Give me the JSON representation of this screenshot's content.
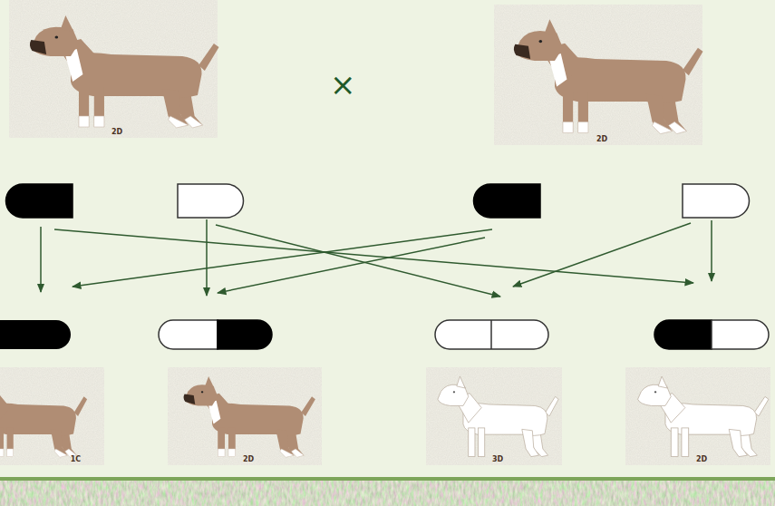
{
  "diagram": {
    "nodes": [
      {
        "text": [
          "2D"
        ]
      },
      {
        "text": [
          "2D"
        ]
      },
      {
        "text": [
          "1C"
        ]
      },
      {
        "text": [
          "2D"
        ]
      },
      {
        "text": [
          "3D"
        ]
      },
      {
        "text": [
          "2D"
        ]
      }
    ],
    "labels": [
      "×"
    ]
  }
}
